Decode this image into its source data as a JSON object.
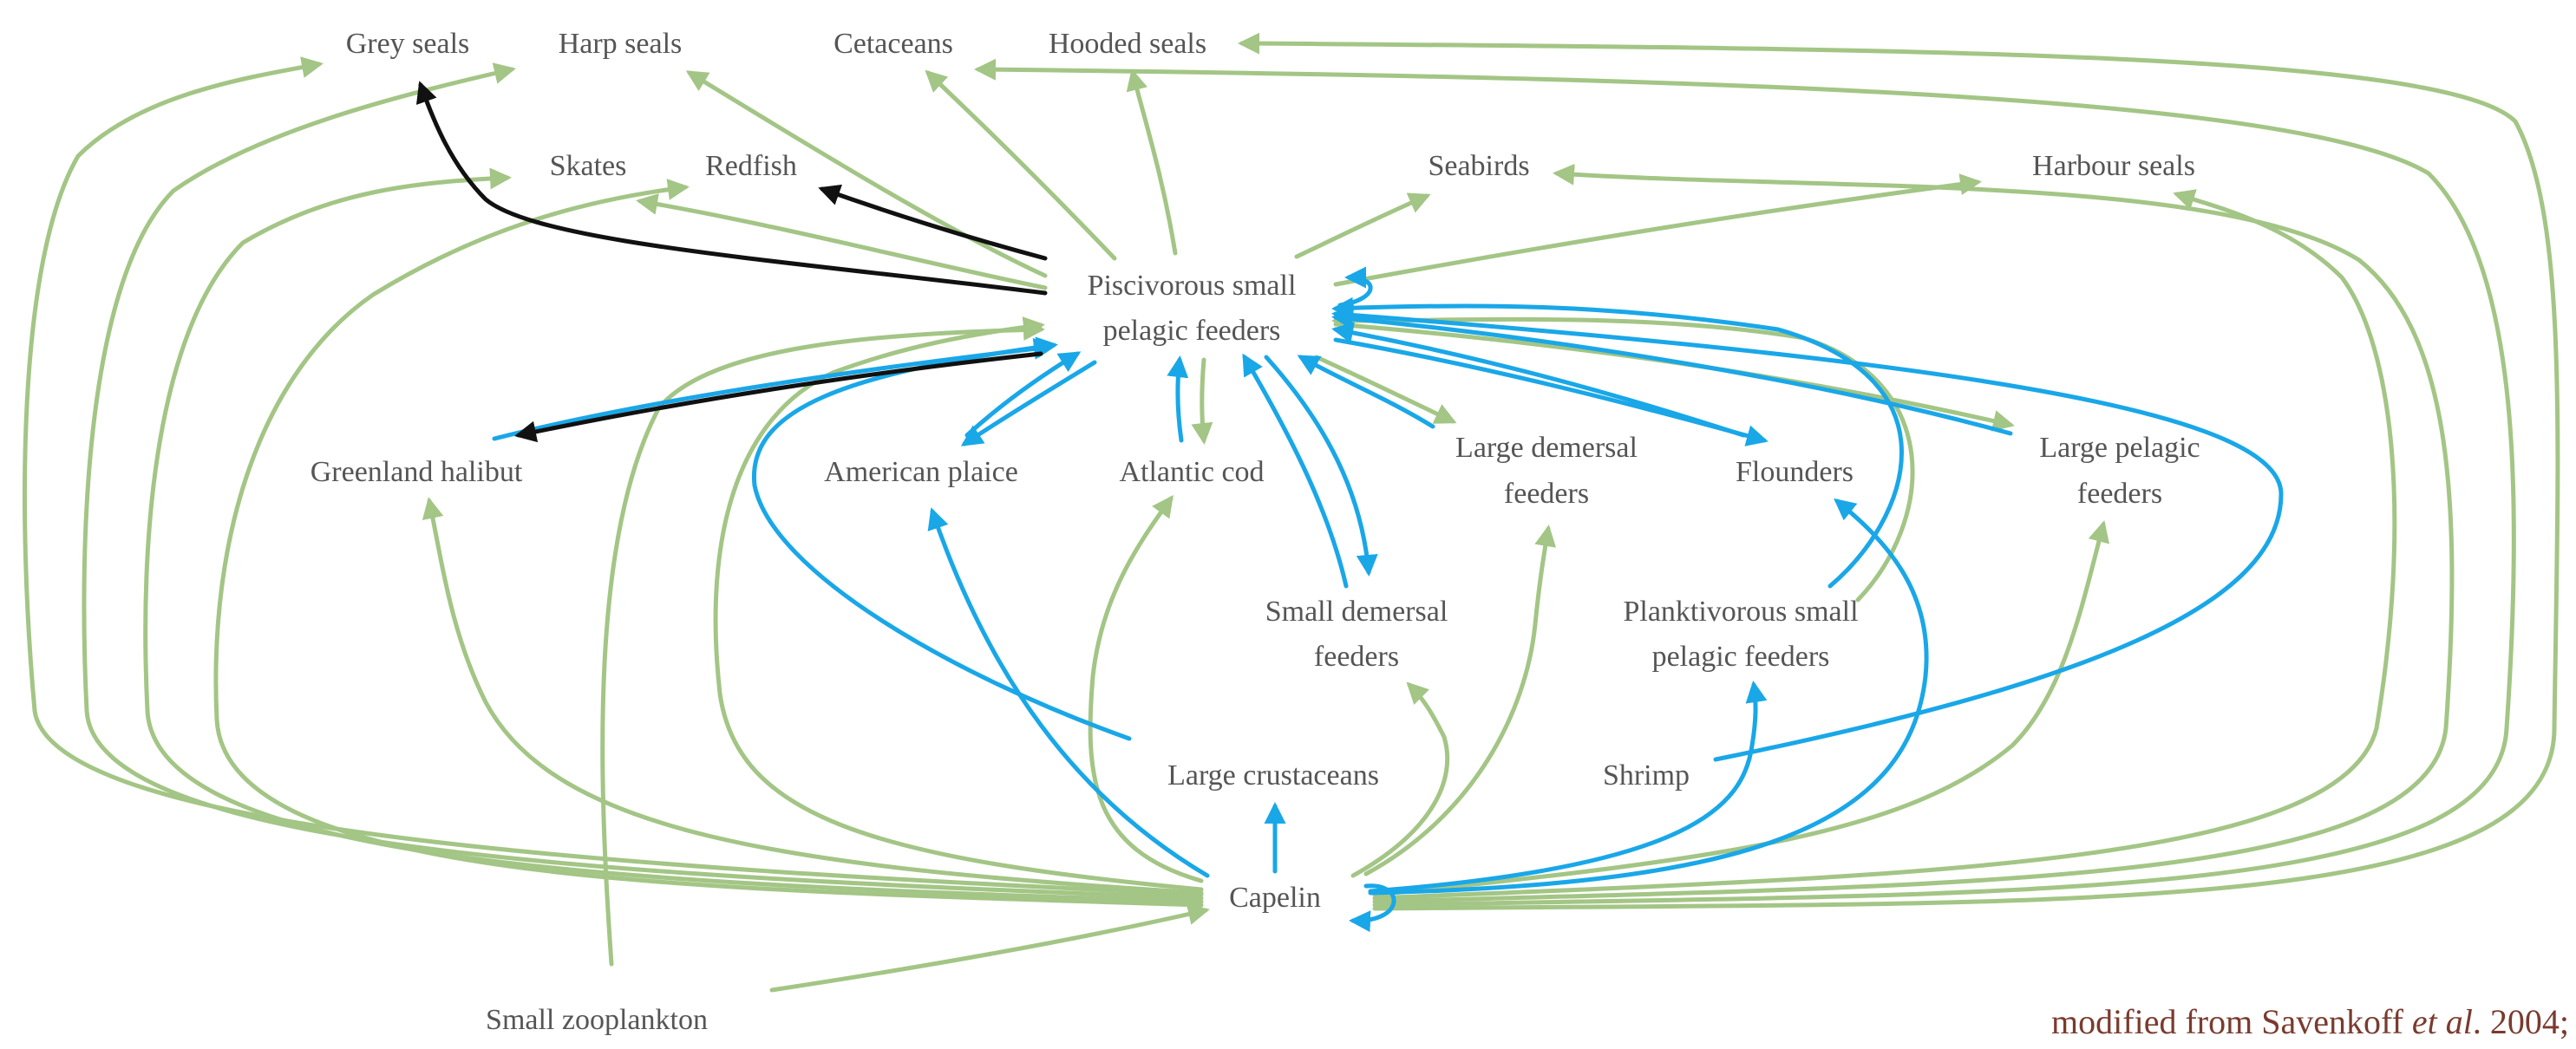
{
  "nodes": {
    "grey_seals": "Grey seals",
    "harp_seals": "Harp seals",
    "cetaceans": "Cetaceans",
    "hooded_seals": "Hooded seals",
    "skates": "Skates",
    "redfish": "Redfish",
    "seabirds": "Seabirds",
    "harbour_seals": "Harbour seals",
    "piscivorous_l1": "Piscivorous small",
    "piscivorous_l2": "pelagic feeders",
    "greenland_halibut": "Greenland halibut",
    "american_plaice": "American plaice",
    "atlantic_cod": "Atlantic cod",
    "large_demersal_l1": "Large demersal",
    "large_demersal_l2": "feeders",
    "flounders": "Flounders",
    "large_pelagic_l1": "Large pelagic",
    "large_pelagic_l2": "feeders",
    "small_demersal_l1": "Small demersal",
    "small_demersal_l2": "feeders",
    "planktivorous_l1": "Planktivorous small",
    "planktivorous_l2": "pelagic feeders",
    "large_crustaceans": "Large crustaceans",
    "shrimp": "Shrimp",
    "capelin": "Capelin",
    "small_zooplankton": "Small zooplankton"
  },
  "credit": {
    "prefix": "modified from Savenkoff ",
    "italic": "et al",
    "suffix": ". 2004;"
  },
  "colors": {
    "green": "#a3c585",
    "blue": "#19a7e8",
    "black": "#111111",
    "label": "#555555",
    "credit": "#7a3b2e"
  }
}
